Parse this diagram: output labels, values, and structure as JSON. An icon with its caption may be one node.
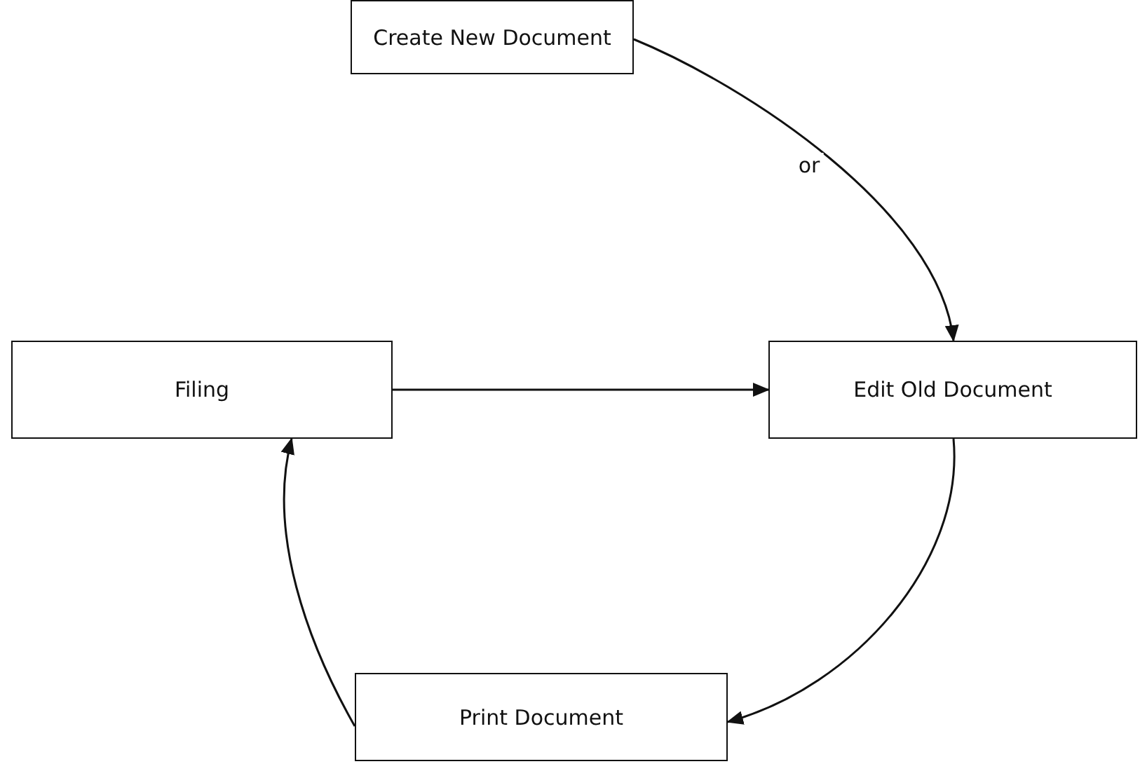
{
  "diagram": {
    "nodes": [
      {
        "text": [
          "Create New Document"
        ]
      },
      {
        "text": [
          "Filing"
        ]
      },
      {
        "text": [
          "Edit Old Document"
        ]
      },
      {
        "text": [
          "Print Document"
        ]
      }
    ],
    "edges": [
      {
        "from": 0,
        "to": 2,
        "arrow": "to",
        "label": "or"
      },
      {
        "from": 1,
        "to": 2,
        "arrow": "to"
      },
      {
        "from": 2,
        "to": 3,
        "arrow": "to"
      },
      {
        "from": 3,
        "to": 1,
        "arrow": "to"
      }
    ]
  }
}
